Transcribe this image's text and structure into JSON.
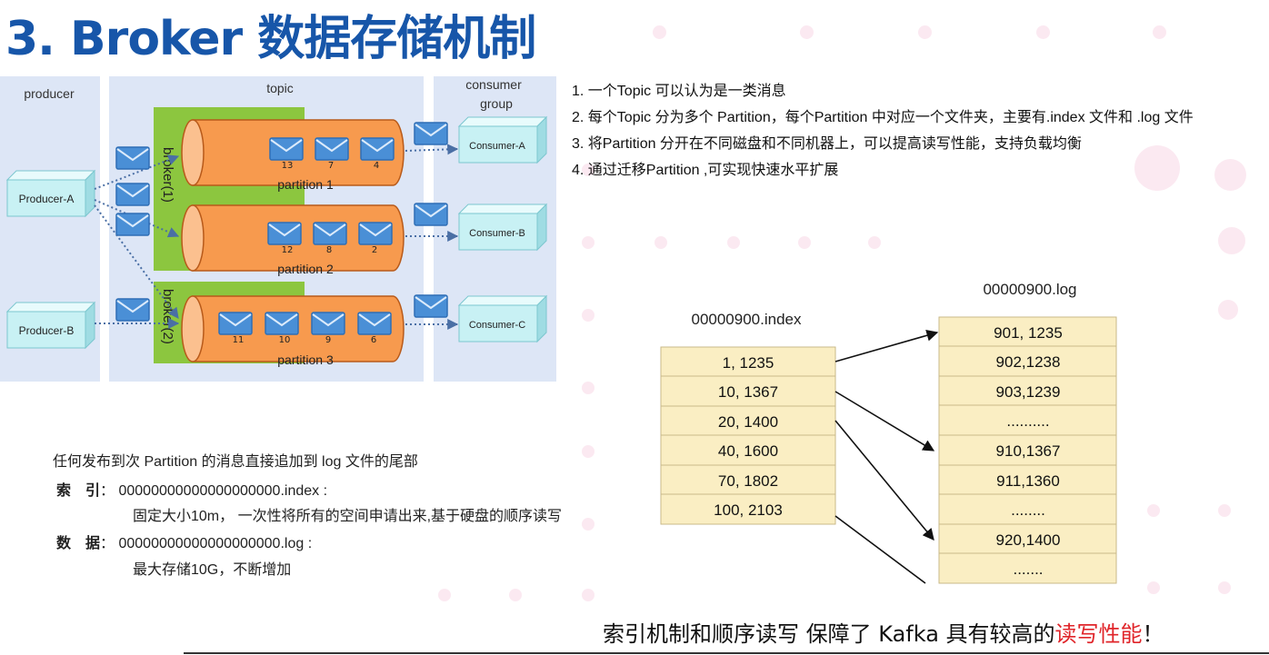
{
  "title": "3. Broker 数据存储机制",
  "kafka_diagram": {
    "producer_label": "producer",
    "topic_label": "topic",
    "consumer_group_label_line1": "consumer",
    "consumer_group_label_line2": "group",
    "producers": [
      "Producer-A",
      "Producer-B"
    ],
    "brokers": [
      "broker(1)",
      "broker(2)"
    ],
    "partitions": [
      {
        "name": "partition 1",
        "messages": [
          "13",
          "7",
          "4"
        ]
      },
      {
        "name": "partition 2",
        "messages": [
          "12",
          "8",
          "2"
        ]
      },
      {
        "name": "partition 3",
        "messages": [
          "11",
          "10",
          "9",
          "6"
        ]
      }
    ],
    "consumers": [
      "Consumer-A",
      "Consumer-B",
      "Consumer-C"
    ],
    "colors": {
      "panel": "#dde6f6",
      "broker": "#8cc63f",
      "partition": "#f79a4e",
      "box": "#c8f1f4",
      "envelope": "#4a8fd6"
    }
  },
  "notes": [
    "1. 一个Topic 可以认为是一类消息",
    "2. 每个Topic 分为多个 Partition，每个Partition 中对应一个文件夹，主要有.index 文件和 .log 文件",
    "3. 将Partition 分开在不同磁盘和不同机器上，可以提高读写性能，支持负载均衡",
    "4. 通过迁移Partition ,可实现快速水平扩展"
  ],
  "storage": {
    "intro": "任何发布到次 Partition 的消息直接追加到 log 文件的尾部",
    "index_label": "索　引",
    "index_file": "00000000000000000000.index :",
    "index_desc": "固定大小10m， 一次性将所有的空间申请出来,基于硬盘的顺序读写",
    "data_label": "数　据",
    "data_file": "00000000000000000000.log  :",
    "data_desc": "最大存储10G，不断增加",
    "colon": "："
  },
  "index_diagram": {
    "index_file": "00000900.index",
    "log_file": "00000900.log",
    "index_entries": [
      "1, 1235",
      "10, 1367",
      "20, 1400",
      "40, 1600",
      "70, 1802",
      "100, 2103",
      ""
    ],
    "log_entries": [
      "901, 1235",
      "902,1238",
      "903,1239",
      "..........",
      "910,1367",
      "911,1360",
      "........",
      "920,1400",
      "......."
    ],
    "cell_color": "#faeec3"
  },
  "conclusion": {
    "text": "索引机制和顺序读写 保障了 Kafka 具有较高的",
    "highlight": "读写性能",
    "end": "！"
  }
}
